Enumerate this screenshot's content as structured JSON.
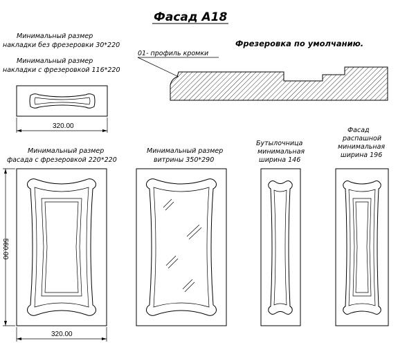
{
  "title": "Фасад А18",
  "milling_default": "Фрезеровка по умолчанию.",
  "edge_profile": "01- профиль кромки",
  "overlay_no_mill": [
    "Минимальный размер",
    "накладки без фрезеровки 30*220"
  ],
  "overlay_mill": [
    "Минимальный размер",
    "накладки с фрезеровкой 116*220"
  ],
  "overlay_width": "320.00",
  "facade_min": [
    "Минимальный размер",
    "фасада с фрезеровкой  220*220"
  ],
  "vitrine_min": [
    "Минимальный размер",
    "витрины 350*290"
  ],
  "bottle_min": [
    "Бутылочница",
    "минимальная",
    "ширина 146"
  ],
  "swing_min": [
    "Фасад",
    "распашной",
    "минимальная",
    "ширина 196"
  ],
  "facade_width": "320.00",
  "facade_height": "560.00"
}
